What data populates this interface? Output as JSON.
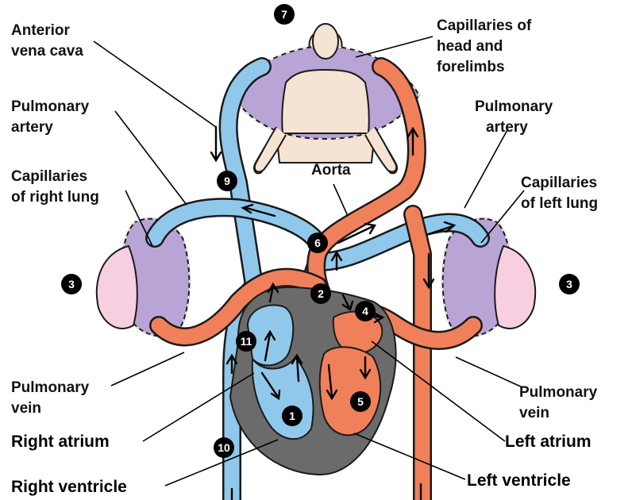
{
  "labels": {
    "anterior_vena_cava": [
      "Anterior",
      "vena cava"
    ],
    "capillaries_head": [
      "Capillaries of",
      "head and",
      "forelimbs"
    ],
    "pulmonary_artery_left_side": [
      "Pulmonary",
      "artery"
    ],
    "pulmonary_artery_right_side": [
      "Pulmonary",
      "artery"
    ],
    "capillaries_right_lung": [
      "Capillaries",
      "of right lung"
    ],
    "capillaries_left_lung": [
      "Capillaries",
      "of left lung"
    ],
    "aorta": "Aorta",
    "pulmonary_vein_left_side": [
      "Pulmonary",
      "vein"
    ],
    "pulmonary_vein_right_side": [
      "Pulmonary",
      "vein"
    ],
    "right_atrium": "Right atrium",
    "right_ventricle": "Right ventricle",
    "left_atrium": "Left atrium",
    "left_ventricle": "Left ventricle"
  },
  "step_numbers": [
    "1",
    "2",
    "3",
    "3",
    "4",
    "5",
    "6",
    "7",
    "9",
    "10",
    "11"
  ],
  "colors": {
    "oxygen_poor_blue": "#8fc8ea",
    "oxygen_rich_red": "#f0805a",
    "capillary_purple": "#b9a4d6",
    "lung_pink": "#f8cfe0",
    "heart_gray": "#6b6b6b",
    "body_skin": "#f5e3d3"
  }
}
